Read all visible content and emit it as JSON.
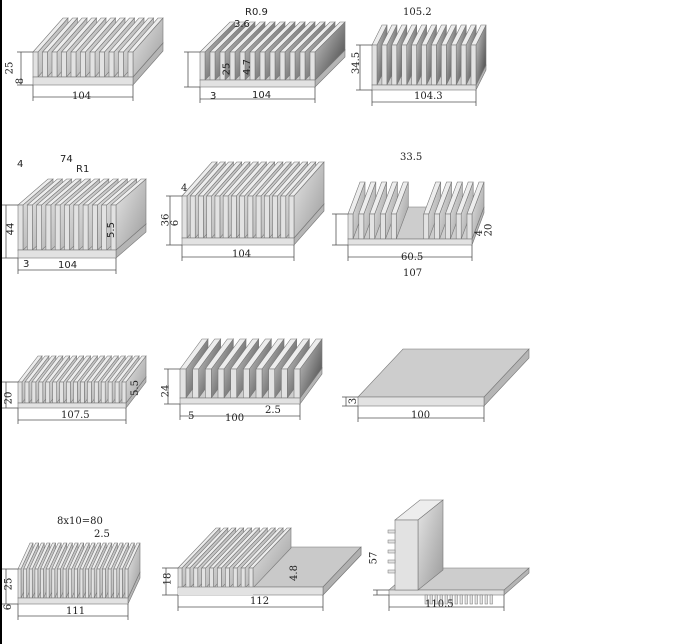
{
  "heatsinks": [
    {
      "labels": [
        "25",
        "8",
        "104"
      ]
    },
    {
      "labels": [
        "R0.9",
        "3.6",
        "25",
        "4.7",
        "3",
        "104"
      ]
    },
    {
      "labels": [
        "105.2",
        "34.5",
        "104.3"
      ]
    },
    {
      "labels": [
        "74",
        "R1",
        "4",
        "44",
        "5.5",
        "3",
        "104"
      ]
    },
    {
      "labels": [
        "4",
        "36",
        "6",
        "104"
      ]
    },
    {
      "labels": [
        "33.5",
        "20",
        "4",
        "60.5",
        "107"
      ]
    },
    {
      "labels": [
        "20",
        "5.5",
        "107.5"
      ]
    },
    {
      "labels": [
        "24",
        "5",
        "100",
        "2.5"
      ]
    },
    {
      "labels": [
        "3",
        "100"
      ]
    },
    {
      "labels": [
        "8x10=80",
        "2.5",
        "25",
        "6",
        "111"
      ]
    },
    {
      "labels": [
        "18",
        "4.8",
        "112"
      ]
    },
    {
      "labels": [
        "57",
        "110.5"
      ]
    }
  ],
  "colors": {
    "front": "#e2e2e2",
    "top": "#ededed",
    "side_dark": "#3a3a3a",
    "side_light": "#a8a8a8",
    "line": "#555555"
  }
}
